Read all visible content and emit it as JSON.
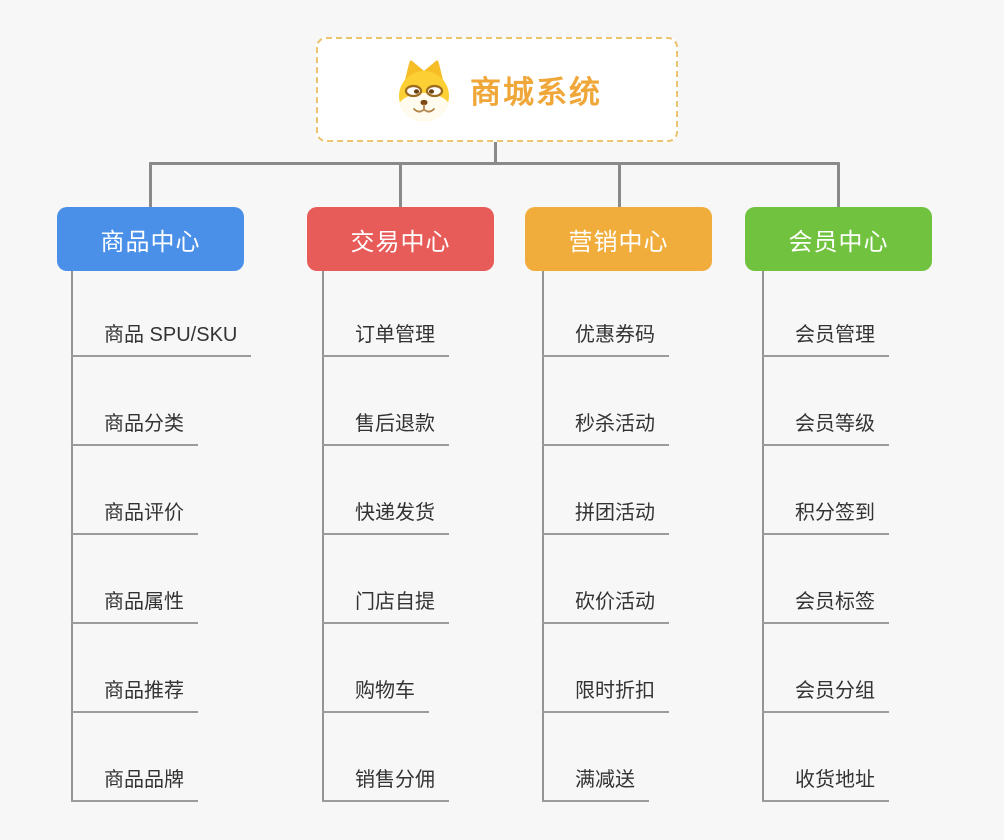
{
  "page": {
    "background_color": "#f7f7f7",
    "connector_color": "#8a8a8a",
    "leaf_underline_color": "#9b9b9b",
    "leaf_text_color": "#333333"
  },
  "root": {
    "title": "商城系统",
    "icon": "shiba-dog-icon",
    "text_color": "#f0a73a",
    "border_color": "#ecc36f",
    "background_color": "#ffffff"
  },
  "branches": [
    {
      "label": "商品中心",
      "color": "#4a90e8",
      "items": [
        "商品 SPU/SKU",
        "商品分类",
        "商品评价",
        "商品属性",
        "商品推荐",
        "商品品牌"
      ]
    },
    {
      "label": "交易中心",
      "color": "#e75c58",
      "items": [
        "订单管理",
        "售后退款",
        "快递发货",
        "门店自提",
        "购物车",
        "销售分佣"
      ]
    },
    {
      "label": "营销中心",
      "color": "#f0ad3c",
      "items": [
        "优惠券码",
        "秒杀活动",
        "拼团活动",
        "砍价活动",
        "限时折扣",
        "满减送"
      ]
    },
    {
      "label": "会员中心",
      "color": "#70c23f",
      "items": [
        "会员管理",
        "会员等级",
        "积分签到",
        "会员标签",
        "会员分组",
        "收货地址"
      ]
    }
  ]
}
